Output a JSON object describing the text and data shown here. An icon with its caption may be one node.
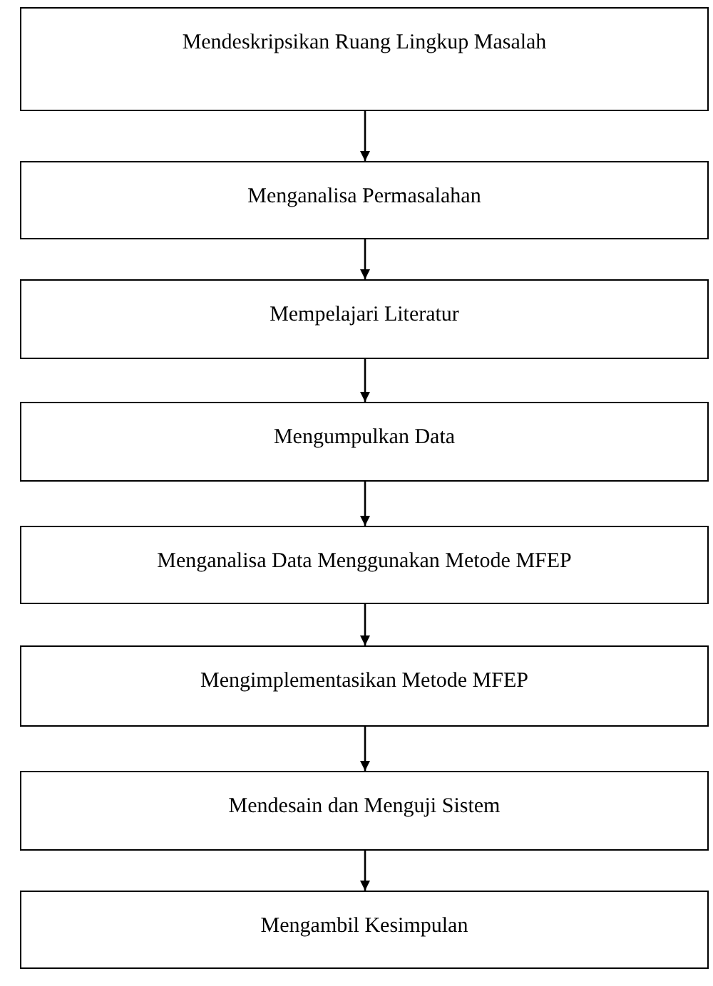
{
  "diagram": {
    "nodes": [
      {
        "text": [
          "Mendeskripsikan Ruang Lingkup Masalah"
        ]
      },
      {
        "text": [
          "Menganalisa Permasalahan"
        ]
      },
      {
        "text": [
          "Mempelajari Literatur"
        ]
      },
      {
        "text": [
          "Mengumpulkan Data"
        ]
      },
      {
        "text": [
          "Menganalisa Data Menggunakan Metode MFEP"
        ]
      },
      {
        "text": [
          "Mengimplementasikan Metode MFEP"
        ]
      },
      {
        "text": [
          "Mendesain dan Menguji Sistem"
        ]
      },
      {
        "text": [
          "Mengambil Kesimpulan"
        ]
      }
    ],
    "edges": [
      {
        "from": 0,
        "to": 1,
        "arrow": "to"
      },
      {
        "from": 1,
        "to": 2,
        "arrow": "to"
      },
      {
        "from": 2,
        "to": 3,
        "arrow": "to"
      },
      {
        "from": 3,
        "to": 4,
        "arrow": "to"
      },
      {
        "from": 4,
        "to": 5,
        "arrow": "to"
      },
      {
        "from": 5,
        "to": 6,
        "arrow": "to"
      },
      {
        "from": 6,
        "to": 7,
        "arrow": "to"
      }
    ]
  }
}
